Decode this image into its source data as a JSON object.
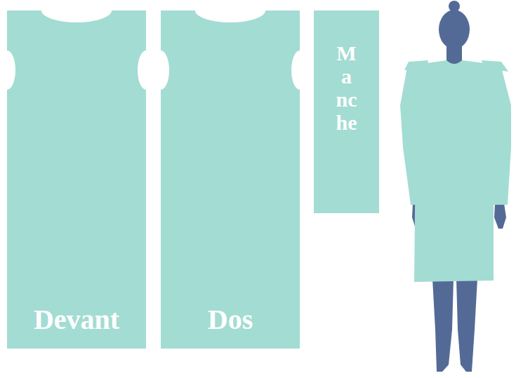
{
  "diagram": {
    "nodes": [
      {
        "text": [
          "Devant"
        ]
      },
      {
        "text": [
          "Dos"
        ]
      },
      {
        "text": [
          "Manche"
        ]
      }
    ]
  }
}
